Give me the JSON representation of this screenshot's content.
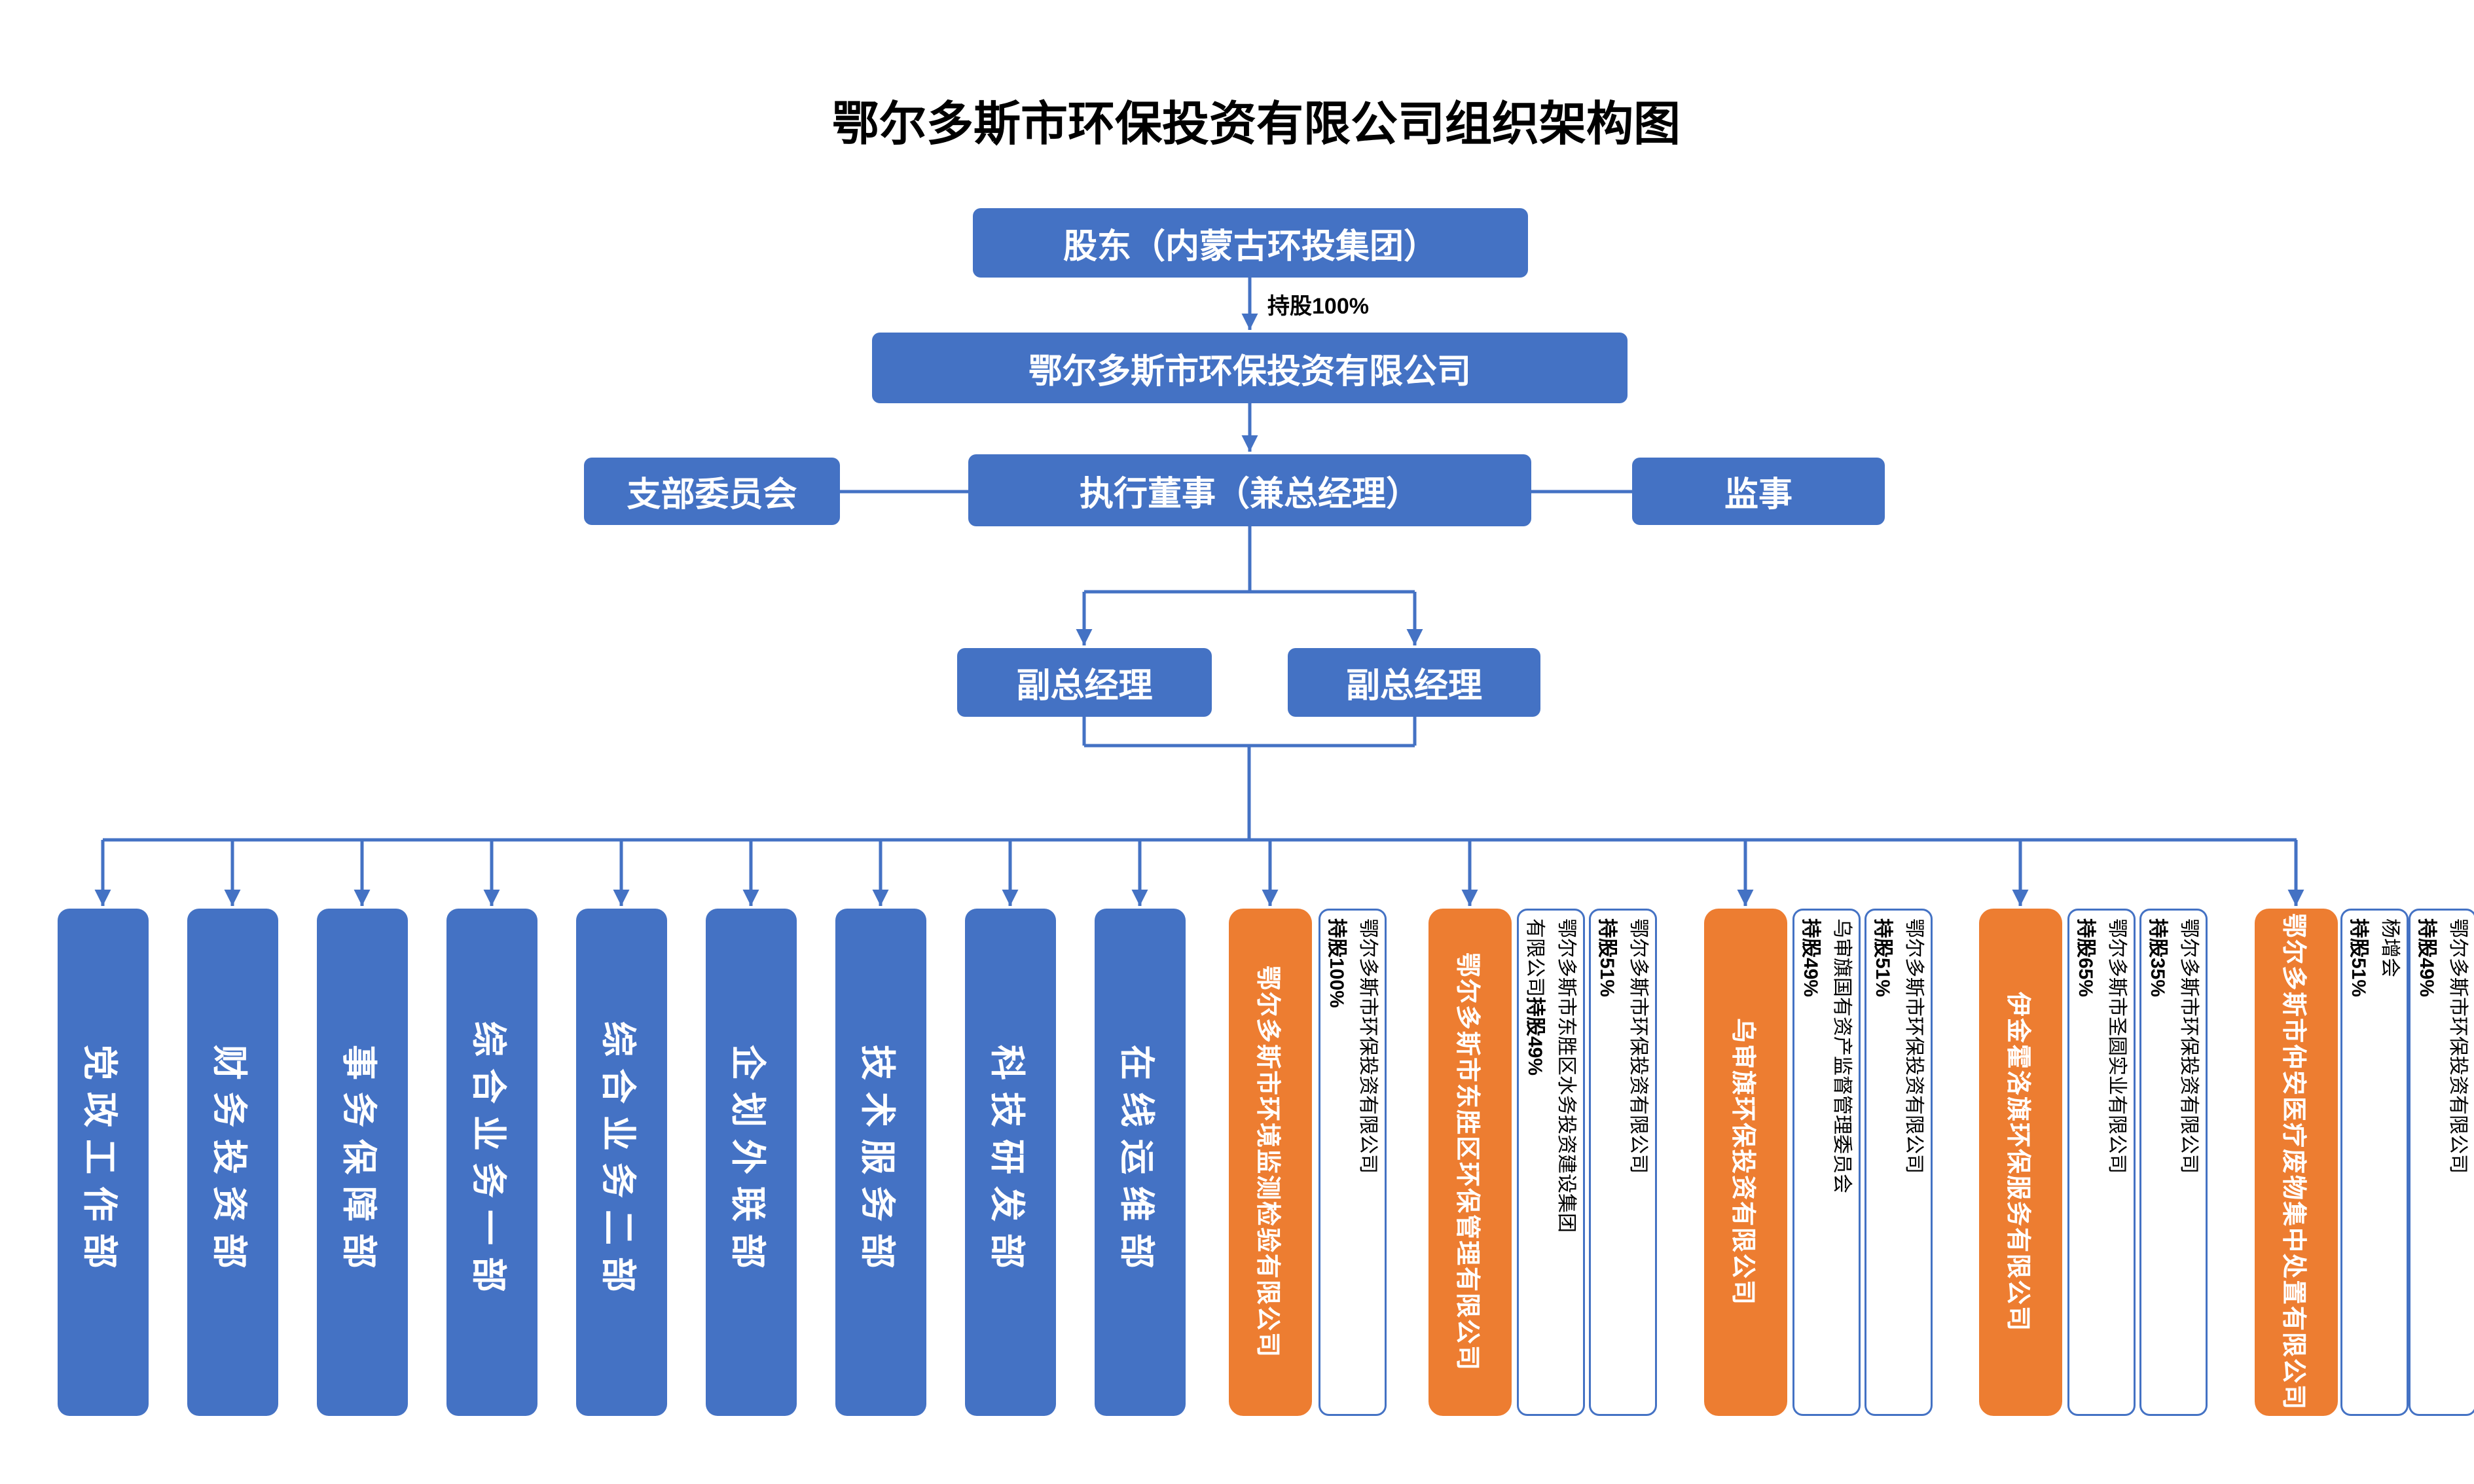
{
  "title": "鄂尔多斯市环保投资有限公司组织架构图",
  "colors": {
    "primary_blue": "#4472C4",
    "accent_orange": "#ED7D31",
    "connector_blue": "#4472C4",
    "text_white": "#FFFFFF"
  },
  "top": {
    "shareholder": "股东（内蒙古环投集团）",
    "holding_label": "持股100%",
    "company": "鄂尔多斯市环保投资有限公司",
    "executive": "执行董事（兼总经理）",
    "branch_committee": "支部委员会",
    "supervisor": "监事",
    "deputies": [
      "副总经理",
      "副总经理"
    ]
  },
  "departments": [
    "党政工作部",
    "财务投资部",
    "事务保障部",
    "综合业务一部",
    "综合业务二部",
    "企划外联部",
    "技术服务部",
    "科技研发部",
    "在线运维部"
  ],
  "subsidiaries": [
    {
      "name": "鄂尔多斯市环境监测检验有限公司",
      "shareholders": [
        {
          "name_lines": [
            "鄂尔多斯市环保投资有限公司"
          ],
          "holding": "持股100%"
        }
      ]
    },
    {
      "name": "鄂尔多斯市东胜区环保管理有限公司",
      "shareholders": [
        {
          "name_lines": [
            "鄂尔多斯市环保投资有限公司"
          ],
          "holding": "持股51%"
        },
        {
          "name_lines": [
            "鄂尔多斯市东胜区水务投资建设集团",
            "有限公司"
          ],
          "holding": "持股49%"
        }
      ]
    },
    {
      "name": "乌审旗环保投资有限公司",
      "shareholders": [
        {
          "name_lines": [
            "鄂尔多斯市环保投资有限公司"
          ],
          "holding": "持股51%"
        },
        {
          "name_lines": [
            "乌审旗国有资产监督管理委员会"
          ],
          "holding": "持股49%"
        }
      ]
    },
    {
      "name": "伊金霍洛旗环保服务有限公司",
      "shareholders": [
        {
          "name_lines": [
            "鄂尔多斯市环保投资有限公司"
          ],
          "holding": "持股35%"
        },
        {
          "name_lines": [
            "鄂尔多斯市圣圆实业有限公司"
          ],
          "holding": "持股65%"
        }
      ]
    },
    {
      "name": "鄂尔多斯市仲安医疗废物集中处置有限公司",
      "shareholders": [
        {
          "name_lines": [
            "鄂尔多斯市环保投资有限公司"
          ],
          "holding": "持股49%"
        },
        {
          "name_lines": [
            "杨增会"
          ],
          "holding": "持股51%"
        }
      ]
    }
  ]
}
